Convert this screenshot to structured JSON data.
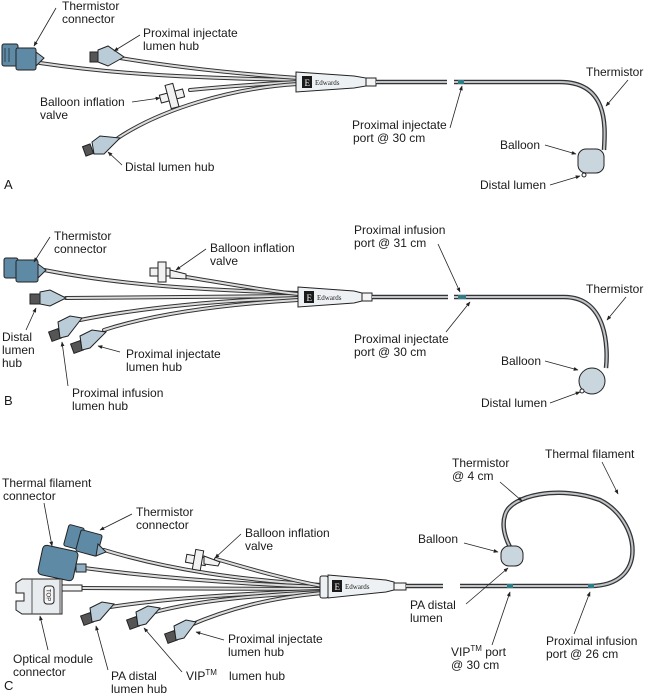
{
  "figure": {
    "brand": "Edwards",
    "brand_mark": "E",
    "colors": {
      "connector_blue": "#5f8aa6",
      "hub_light_blue": "#b9ccd8",
      "balloon": "#c9d6de",
      "port_marker": "#2f7d86",
      "outline": "#222222"
    },
    "panels": [
      {
        "letter": "A",
        "labels": {
          "thermistor_connector": [
            "Thermistor",
            "connector"
          ],
          "proximal_injectate_lumen_hub": [
            "Proximal injectate",
            "lumen hub"
          ],
          "balloon_inflation_valve": [
            "Balloon inflation",
            "valve"
          ],
          "distal_lumen_hub": [
            "Distal lumen hub"
          ],
          "proximal_injectate_port": [
            "Proximal injectate",
            "port @ 30 cm"
          ],
          "thermistor": [
            "Thermistor"
          ],
          "balloon": [
            "Balloon"
          ],
          "distal_lumen": [
            "Distal lumen"
          ]
        }
      },
      {
        "letter": "B",
        "labels": {
          "thermistor_connector": [
            "Thermistor",
            "connector"
          ],
          "balloon_inflation_valve": [
            "Balloon inflation",
            "valve"
          ],
          "distal_lumen_hub": [
            "Distal",
            "lumen",
            "hub"
          ],
          "proximal_injectate_lumen_hub": [
            "Proximal injectate",
            "lumen hub"
          ],
          "proximal_infusion_lumen_hub": [
            "Proximal infusion",
            "lumen hub"
          ],
          "proximal_infusion_port": [
            "Proximal infusion",
            "port @ 31 cm"
          ],
          "proximal_injectate_port": [
            "Proximal injectate",
            "port @ 30 cm"
          ],
          "thermistor": [
            "Thermistor"
          ],
          "balloon": [
            "Balloon"
          ],
          "distal_lumen": [
            "Distal lumen"
          ]
        }
      },
      {
        "letter": "C",
        "labels": {
          "thermal_filament_connector": [
            "Thermal filament",
            "connector"
          ],
          "thermistor_connector": [
            "Thermistor",
            "connector"
          ],
          "balloon_inflation_valve": [
            "Balloon inflation",
            "valve"
          ],
          "optical_module_connector": [
            "Optical module",
            "connector"
          ],
          "optical_top_tag": "TOP",
          "pa_distal_lumen_hub": [
            "PA distal",
            "lumen hub"
          ],
          "vip_lumen_hub": {
            "main": "VIP",
            "sup": "TM",
            "rest": "lumen hub"
          },
          "proximal_injectate_lumen_hub": [
            "Proximal injectate",
            "lumen hub"
          ],
          "thermistor_4cm": [
            "Thermistor",
            "@ 4 cm"
          ],
          "thermal_filament": [
            "Thermal filament"
          ],
          "balloon": [
            "Balloon"
          ],
          "pa_distal_lumen": [
            "PA distal",
            "lumen"
          ],
          "vip_port": {
            "main": "VIP",
            "sup": "TM",
            "rest": " port",
            "line2": "@ 30 cm"
          },
          "proximal_infusion_port": [
            "Proximal infusion",
            "port @ 26 cm"
          ]
        }
      }
    ]
  }
}
